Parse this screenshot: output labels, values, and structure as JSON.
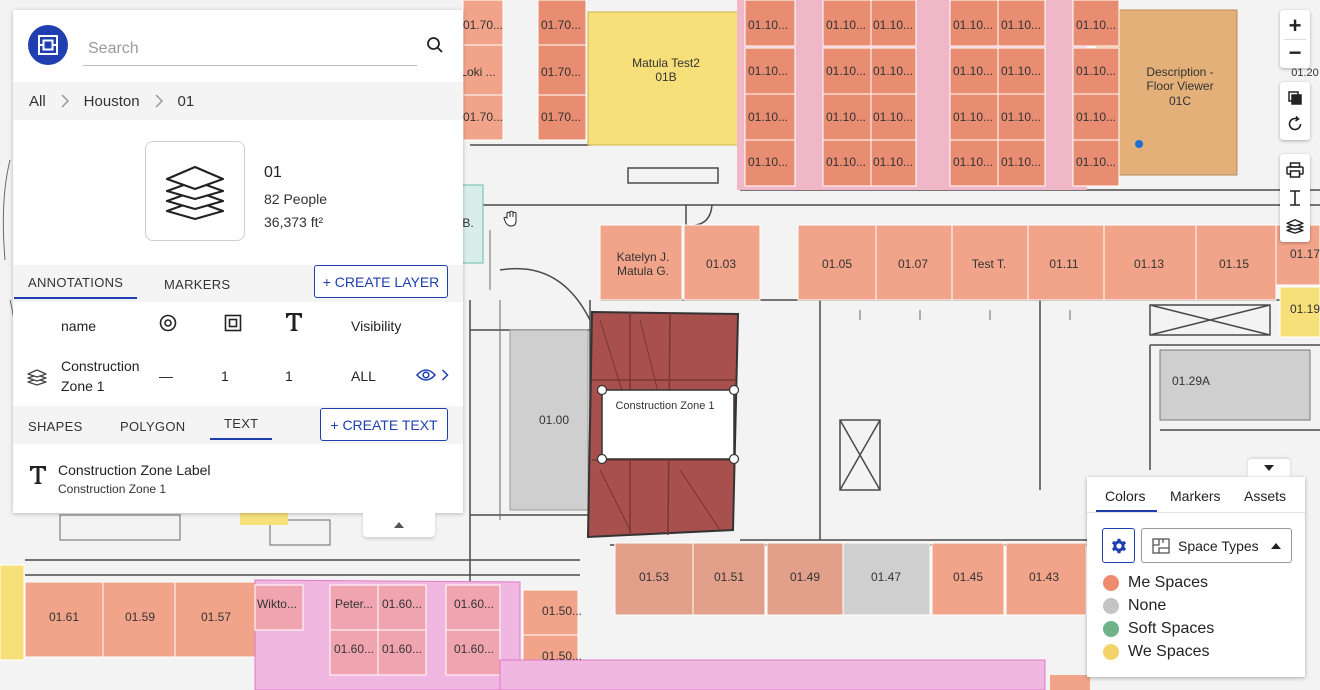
{
  "search": {
    "placeholder": "Search"
  },
  "breadcrumb": [
    "All",
    "Houston",
    "01"
  ],
  "floor": {
    "name": "01",
    "people": "82 People",
    "area": "36,373 ft²"
  },
  "layer_tabs": {
    "annotations": "ANNOTATIONS",
    "markers": "MARKERS",
    "create_layer": "+ CREATE LAYER"
  },
  "layer_table": {
    "columns": {
      "name": "name",
      "visibility": "Visibility"
    },
    "column_icons": [
      "target-icon",
      "polygon-icon",
      "text-type-icon"
    ],
    "row": {
      "name_line1": "Construction",
      "name_line2": "Zone 1",
      "markers": "—",
      "polygons": "1",
      "texts": "1",
      "visibility": "ALL"
    }
  },
  "shape_tabs": {
    "shapes": "SHAPES",
    "polygon": "POLYGON",
    "text": "TEXT",
    "create_text": "+ CREATE TEXT"
  },
  "text_item": {
    "title": "Construction Zone Label",
    "subtitle": "Construction Zone 1"
  },
  "legend": {
    "tabs": {
      "colors": "Colors",
      "markers": "Markers",
      "assets": "Assets"
    },
    "dropdown": "Space Types",
    "items": [
      {
        "label": "Me Spaces",
        "color": "#ef8a6f"
      },
      {
        "label": "None",
        "color": "#c4c4c4"
      },
      {
        "label": "Soft Spaces",
        "color": "#6fb28a"
      },
      {
        "label": "We Spaces",
        "color": "#f2d36a"
      }
    ]
  },
  "toolbar": {
    "zoom_in": "+",
    "zoom_out": "−"
  },
  "map": {
    "colors": {
      "me": "#f2a48a",
      "me_dark": "#e88c72",
      "pink": "#f0b7e0",
      "we": "#f7e07a",
      "none": "#cfcfcf",
      "zone": "#a7504d"
    },
    "zone_label": "Construction Zone 1",
    "room_labels": {
      "r0170a": "01.70...",
      "loki": "Loki ...",
      "r0170b": "01.70...",
      "r0170c": "01.70...",
      "r0170d": "01.70...",
      "matula_test2_l1": "Matula Test2",
      "matula_test2_l2": "01B",
      "c1_1": "01.10...",
      "c1_2": "01.10...",
      "c1_3": "01.10...",
      "c1_4": "01.10...",
      "c2_1": "01.10...",
      "c2_2": "01.10...",
      "c2_3": "01.10...",
      "c3_1": "01.10...",
      "c3_2": "01.10...",
      "c3_3": "01.10...",
      "c4_1": "01.10...",
      "c4_2": "01.10...",
      "c4_3": "01.10...",
      "c4_4": "01.10...",
      "c5_1": "01.10...",
      "c5_2": "01.10...",
      "c5_3": "01.10...",
      "c5_4": "01.10...",
      "c6_1": "01.10...",
      "c6_2": "01.10...",
      "c6_3": "01.10...",
      "c6_4": "01.10...",
      "desc_l1": "Description -",
      "desc_l2": "Floor Viewer",
      "desc_l3": "01C",
      "r0120": "01.20",
      "katelyn_l1": "Katelyn J.",
      "katelyn_l2": "Matula G.",
      "r0103": "01.03",
      "r0105": "01.05",
      "r0107": "01.07",
      "test_t": "Test T.",
      "r0111": "01.11",
      "r0113": "01.13",
      "r0115": "01.15",
      "r0117": "01.17",
      "r0119": "01.19",
      "r0129a": "01.29A",
      "r0100": "01.00",
      "r_b": "B.",
      "r0153": "01.53",
      "r0151": "01.51",
      "r0149": "01.49",
      "r0147": "01.47",
      "r0145": "01.45",
      "r0143": "01.43",
      "r0161": "01.61",
      "r0159": "01.59",
      "r0157": "01.57",
      "wikto": "Wikto...",
      "peter": "Peter...",
      "r0160a": "01.60...",
      "r0160b": "01.60...",
      "r0160c": "01.60...",
      "r0160d": "01.60...",
      "r0150a": "01.50...",
      "r0150b": "01.50..."
    }
  }
}
